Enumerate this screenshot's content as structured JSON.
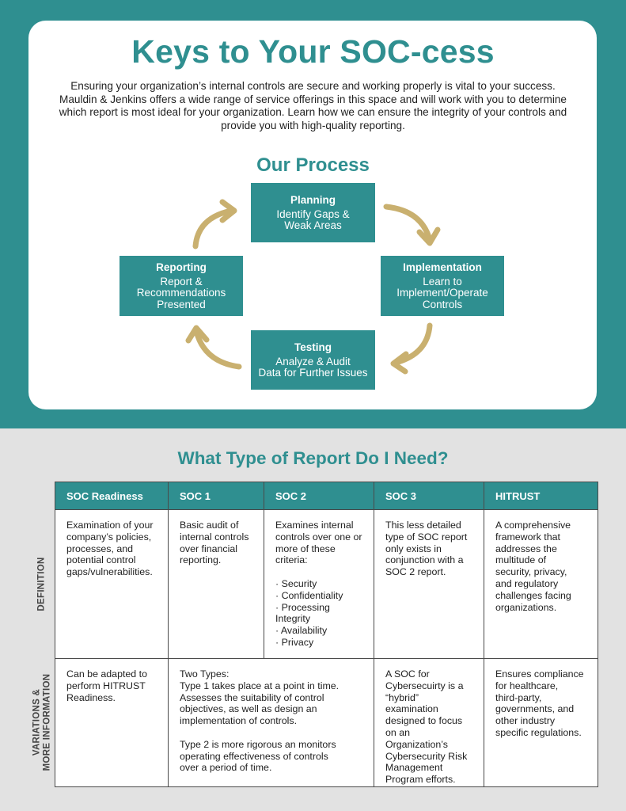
{
  "header": {
    "title": "Keys to Your SOC-cess",
    "intro": "Ensuring your organization’s internal controls are secure and working properly is vital to your success. Mauldin & Jenkins offers a wide range of service offerings in this space and will work with you to determine which report is most ideal for your organization. Learn how we can ensure the integrity of your controls and provide you with high-quality reporting."
  },
  "process": {
    "title": "Our Process",
    "steps": [
      {
        "heading": "Planning",
        "desc": "Identify Gaps &\nWeak Areas"
      },
      {
        "heading": "Implementation",
        "desc": "Learn to\nImplement/Operate\nControls"
      },
      {
        "heading": "Testing",
        "desc": "Analyze & Audit\nData for Further Issues"
      },
      {
        "heading": "Reporting",
        "desc": "Report &\nRecommendations\nPresented"
      }
    ]
  },
  "report_section": {
    "title": "What Type of Report Do I Need?",
    "columns": [
      "SOC Readiness",
      "SOC 1",
      "SOC 2",
      "SOC 3",
      "HITRUST"
    ],
    "row_labels": [
      "DEFINITION",
      "VARIATIONS &\nMORE INFORMATION"
    ],
    "definition": [
      "Examination of your\ncompany’s policies,\nprocesses, and\npotential control\ngaps/vulnerabilities.",
      "Basic audit of\ninternal controls\nover financial\nreporting.",
      "Examines internal\ncontrols over one or\nmore of these\ncriteria:\n\n· Security\n· Confidentiality\n· Processing\n  Integrity\n· Availability\n· Privacy",
      "This less detailed\ntype of SOC report\nonly exists in\nconjunction with a\nSOC 2 report.",
      "A comprehensive\nframework that\naddresses the\nmultitude of\nsecurity, privacy,\nand regulatory\nchallenges facing\norganizations."
    ],
    "variations": {
      "soc_readiness": "Can be adapted to\nperform HITRUST\nReadiness.",
      "soc1_soc2": "Two Types:\n    Type 1 takes place at a point in time.\n    Assesses the suitability of control\n    objectives, as well as design an\n    implementation of controls.\n\n    Type 2 is more rigorous an monitors\n    operating effectiveness of controls\n    over a period of time.",
      "soc3": "A SOC for\nCybersecuirty is a\n“hybrid”\nexamination\ndesigned to focus\non an Organization’s\nCybersecurity Risk\nManagement\nProgram efforts.",
      "hitrust": "Ensures compliance\nfor healthcare,\nthird-party,\ngovernments, and\nother industry\nspecific regulations."
    }
  },
  "colors": {
    "teal": "#2f8f90",
    "gold": "#c9b06f",
    "gray_bg": "#e2e2e2"
  }
}
